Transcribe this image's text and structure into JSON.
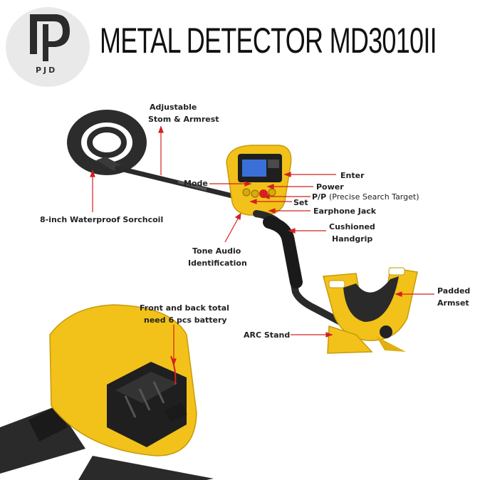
{
  "logo": {
    "letter": "P",
    "brand": "PJD"
  },
  "title": "METAL DETECTOR MD3010II",
  "labels": {
    "stem": [
      "Adjustable",
      "Stom & Armrest"
    ],
    "coil": "8-inch Waterproof Sorchcoil",
    "mode": "Mode",
    "enter": "Enter",
    "power": "Power",
    "pp": "P/P",
    "pp_desc": "(Precise Search Target)",
    "set": "Set",
    "earphone": "Earphone Jack",
    "handgrip": [
      "Cushioned",
      "Handgrip"
    ],
    "tone": [
      "Tone Audio",
      "Identification"
    ],
    "padded": [
      "Padded",
      "Armset"
    ],
    "arc": "ARC Stand",
    "battery": [
      "Front and back total",
      "need 6 pcs battery"
    ]
  },
  "colors": {
    "yellow": "#f2c21a",
    "dark": "#2a2a2a",
    "arrow": "#d42020",
    "screen": "#3a6fd8"
  }
}
